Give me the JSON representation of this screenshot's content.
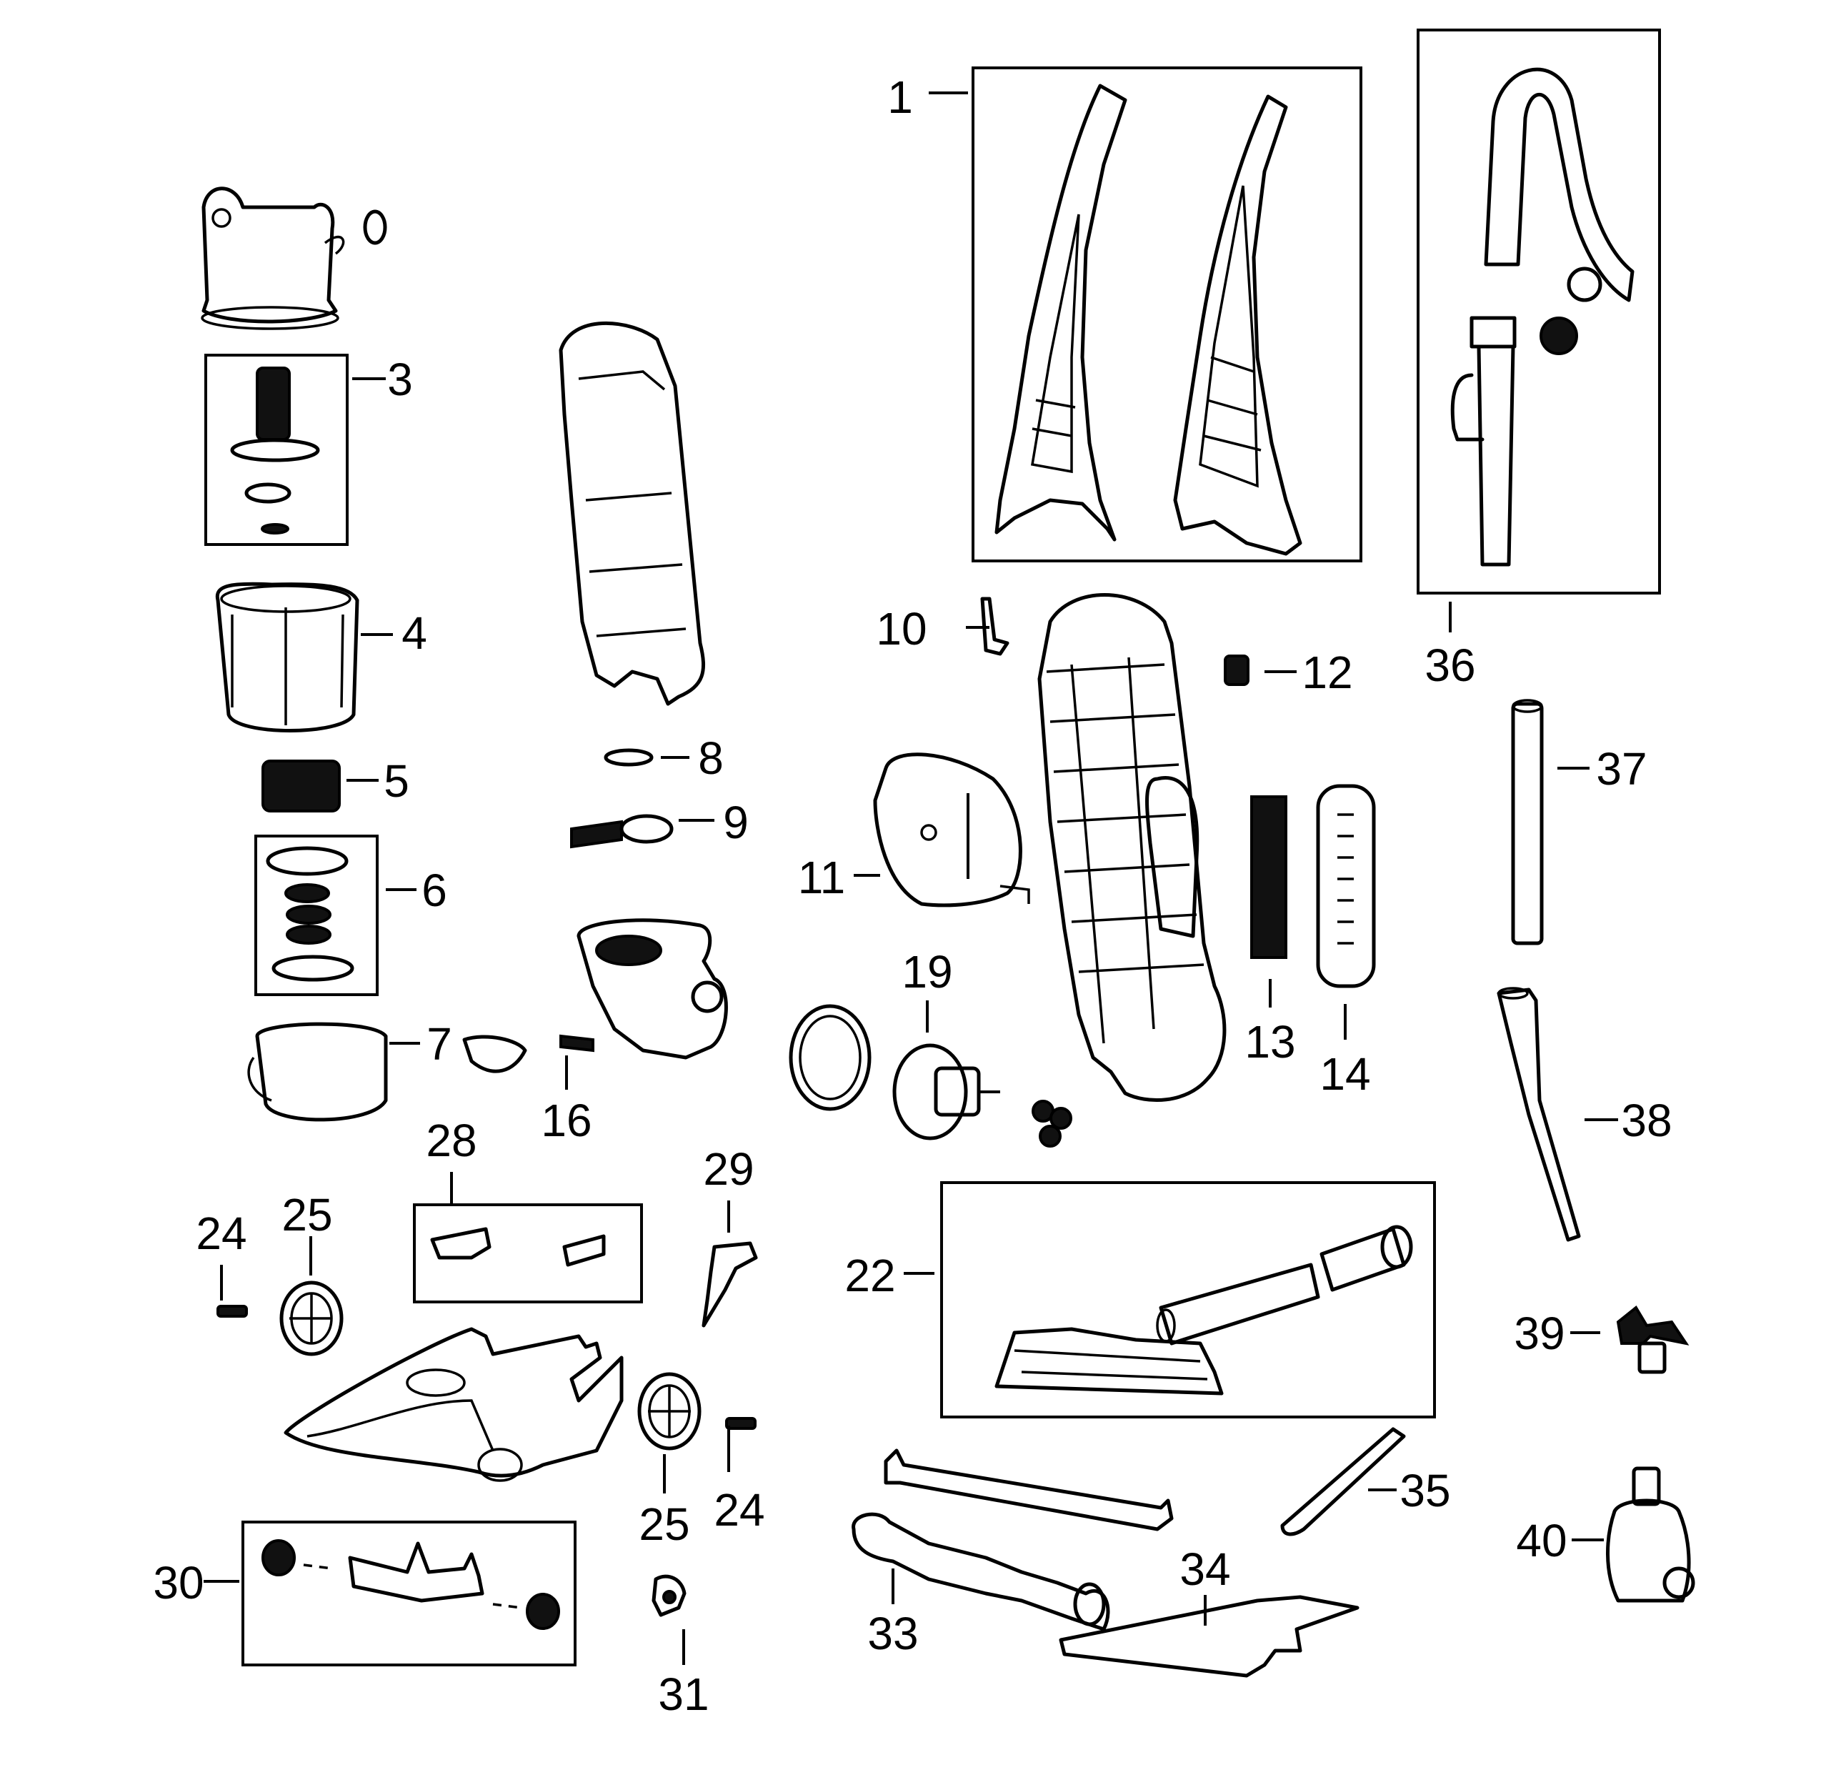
{
  "labels": [
    {
      "id": "p1",
      "text": "1"
    },
    {
      "id": "p3",
      "text": "3"
    },
    {
      "id": "p4",
      "text": "4"
    },
    {
      "id": "p5",
      "text": "5"
    },
    {
      "id": "p6",
      "text": "6"
    },
    {
      "id": "p7",
      "text": "7"
    },
    {
      "id": "p8",
      "text": "8"
    },
    {
      "id": "p9",
      "text": "9"
    },
    {
      "id": "p10",
      "text": "10"
    },
    {
      "id": "p11",
      "text": "11"
    },
    {
      "id": "p12",
      "text": "12"
    },
    {
      "id": "p13",
      "text": "13"
    },
    {
      "id": "p14",
      "text": "14"
    },
    {
      "id": "p16",
      "text": "16"
    },
    {
      "id": "p19",
      "text": "19"
    },
    {
      "id": "p22",
      "text": "22"
    },
    {
      "id": "p24a",
      "text": "24"
    },
    {
      "id": "p24b",
      "text": "24"
    },
    {
      "id": "p25a",
      "text": "25"
    },
    {
      "id": "p25b",
      "text": "25"
    },
    {
      "id": "p28",
      "text": "28"
    },
    {
      "id": "p29",
      "text": "29"
    },
    {
      "id": "p30",
      "text": "30"
    },
    {
      "id": "p31",
      "text": "31"
    },
    {
      "id": "p33",
      "text": "33"
    },
    {
      "id": "p34",
      "text": "34"
    },
    {
      "id": "p35",
      "text": "35"
    },
    {
      "id": "p36",
      "text": "36"
    },
    {
      "id": "p37",
      "text": "37"
    },
    {
      "id": "p38",
      "text": "38"
    },
    {
      "id": "p39",
      "text": "39"
    },
    {
      "id": "p40",
      "text": "40"
    }
  ]
}
